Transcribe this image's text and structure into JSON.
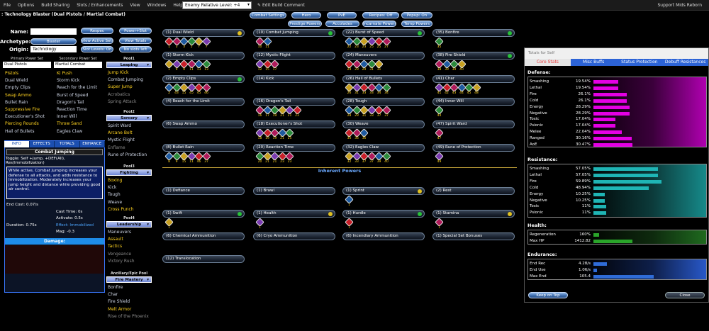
{
  "menubar": {
    "items": [
      "File",
      "Options",
      "Build Sharing",
      "Slots / Enhancements",
      "View",
      "Windows",
      "Help"
    ],
    "level_select": "Enemy Relative Level: +4",
    "edit_comment": "Edit Build Comment",
    "support": "Support Mids Reborn"
  },
  "build_title": ": Technology Blaster (Dual Pistols / Martial Combat)",
  "fields": {
    "name_label": "Name:",
    "archetype_label": "Archetype:",
    "archetype": "Blaster",
    "origin_label": "Origin:",
    "origin": "Technology"
  },
  "buttons": {
    "respec": "Respec",
    "power_slot": "Power+Slot",
    "view_active_sets": "View Active Sets",
    "view_totals": "View Totals",
    "slot_levels_on": "Slot Levels: On",
    "no_slots_left": "No slots left"
  },
  "top_buttons": {
    "combat_settings": "Combat Settings",
    "hero": "Hero",
    "pve": "PvE",
    "recipes_off": "Recipes: Off",
    "popup_on": "Popup: On",
    "prestige": "Prestige Powers",
    "accolades": "Accolades",
    "incarnate": "Incarnate Powers",
    "temp": "Temp Powers"
  },
  "sets": {
    "primary_label": "Primary Power Set",
    "secondary_label": "Secondary Power Set",
    "primary": "Dual Pistols",
    "secondary": "Martial Combat"
  },
  "primary_powers": [
    {
      "n": "Pistols",
      "c": "y"
    },
    {
      "n": "Dual Wield",
      "c": "w"
    },
    {
      "n": "Empty Clips",
      "c": "w"
    },
    {
      "n": "Swap Ammo",
      "c": "y"
    },
    {
      "n": "Bullet Rain",
      "c": "w"
    },
    {
      "n": "Suppressive Fire",
      "c": "y"
    },
    {
      "n": "Executioner's Shot",
      "c": "w"
    },
    {
      "n": "Piercing Rounds",
      "c": "y"
    },
    {
      "n": "Hail of Bullets",
      "c": "w"
    }
  ],
  "secondary_powers": [
    {
      "n": "Ki Push",
      "c": "y"
    },
    {
      "n": "Storm Kick",
      "c": "w"
    },
    {
      "n": "Reach for the Limit",
      "c": "w"
    },
    {
      "n": "Burst of Speed",
      "c": "w"
    },
    {
      "n": "Dragon's Tail",
      "c": "w"
    },
    {
      "n": "Reaction Time",
      "c": "w"
    },
    {
      "n": "Inner Will",
      "c": "w"
    },
    {
      "n": "Throw Sand",
      "c": "y"
    },
    {
      "n": "Eagles Claw",
      "c": "w"
    }
  ],
  "pools": [
    {
      "label": "Pool1",
      "name": "Leaping",
      "powers": [
        {
          "n": "Jump Kick",
          "c": "y"
        },
        {
          "n": "Combat Jumping",
          "c": "w"
        },
        {
          "n": "Super Jump",
          "c": "y"
        },
        {
          "n": "Acrobatics",
          "c": "g"
        },
        {
          "n": "Spring Attack",
          "c": "g"
        }
      ]
    },
    {
      "label": "Pool2",
      "name": "Sorcery",
      "powers": [
        {
          "n": "Spirit Ward",
          "c": "w"
        },
        {
          "n": "Arcane Bolt",
          "c": "y"
        },
        {
          "n": "Mystic Flight",
          "c": "w"
        },
        {
          "n": "Enflame",
          "c": "g"
        },
        {
          "n": "Rune of Protection",
          "c": "w"
        }
      ]
    },
    {
      "label": "Pool3",
      "name": "Fighting",
      "powers": [
        {
          "n": "Boxing",
          "c": "y"
        },
        {
          "n": "Kick",
          "c": "w"
        },
        {
          "n": "Tough",
          "c": "w"
        },
        {
          "n": "Weave",
          "c": "w"
        },
        {
          "n": "Cross Punch",
          "c": "y"
        }
      ]
    },
    {
      "label": "Pool4",
      "name": "Leadership",
      "powers": [
        {
          "n": "Maneuvers",
          "c": "w"
        },
        {
          "n": "Assault",
          "c": "y"
        },
        {
          "n": "Tactics",
          "c": "y"
        },
        {
          "n": "Vengeance",
          "c": "g"
        },
        {
          "n": "Victory Rush",
          "c": "g"
        }
      ]
    },
    {
      "label": "Ancillary/Epic Pool",
      "name": "Fire Mastery",
      "powers": [
        {
          "n": "Bonfire",
          "c": "w"
        },
        {
          "n": "Char",
          "c": "w"
        },
        {
          "n": "Fire Shield",
          "c": "w"
        },
        {
          "n": "Melt Armor",
          "c": "y"
        },
        {
          "n": "Rise of the Phoenix",
          "c": "g"
        }
      ]
    }
  ],
  "info": {
    "tabs": [
      "INFO",
      "EFFECTS",
      "TOTALS",
      "ENHANCE"
    ],
    "power": "Combat Jumping",
    "toggle": "Toggle: Self +Jump, +DEF(All), Res(Immobilization)",
    "desc": "While active, Combat Jumping increases your defense to all attacks, and adds resistance to Immobilization. Moderately increases your jump height and distance while providing good air control.",
    "end_cost": "End Cost: 0.07/s",
    "cast_time": "Cast Time: 0s",
    "activate": "Activate: 0.5s",
    "duration": "Duration: 0.75s",
    "effect": "Effect: Immobilized",
    "mag": "Mag: -0.3",
    "damage_label": "Damage:"
  },
  "power_slots": [
    {
      "lv": "(1)",
      "name": "Dual Wield",
      "enh": [
        "1",
        "3",
        "3",
        "5",
        "7",
        "7"
      ],
      "dot": "#e0c020"
    },
    {
      "lv": "(10)",
      "name": "Combat Jumping",
      "enh": [
        "10",
        "11"
      ],
      "dot": "#29c23a"
    },
    {
      "lv": "(22)",
      "name": "Burst of Speed",
      "enh": [
        "22",
        "23",
        "23",
        "25",
        "25",
        "27"
      ],
      "dot": "#29c23a"
    },
    {
      "lv": "(35)",
      "name": "Bonfire",
      "enh": [
        "35"
      ],
      "dot": "#29c23a"
    },
    {
      "lv": "(1)",
      "name": "Storm Kick",
      "enh": [
        "1",
        "9",
        "9",
        "11",
        "13",
        "13"
      ],
      "dot": ""
    },
    {
      "lv": "(12)",
      "name": "Mystic Flight",
      "enh": [
        "12",
        "15",
        "17"
      ],
      "dot": ""
    },
    {
      "lv": "(24)",
      "name": "Maneuvers",
      "enh": [
        "24",
        "29",
        "29",
        "31",
        "31"
      ],
      "dot": ""
    },
    {
      "lv": "(38)",
      "name": "Fire Shield",
      "enh": [
        "38",
        "39",
        "39",
        "40"
      ],
      "dot": "#29c23a"
    },
    {
      "lv": "(2)",
      "name": "Empty Clips",
      "enh": [
        "2",
        "43",
        "15",
        "45",
        "45",
        "46"
      ],
      "dot": "#29c23a"
    },
    {
      "lv": "(14)",
      "name": "Kick",
      "enh": [],
      "dot": ""
    },
    {
      "lv": "(26)",
      "name": "Hail of Bullets",
      "enh": [
        "26",
        "31",
        "33",
        "33",
        "34",
        "34"
      ],
      "dot": ""
    },
    {
      "lv": "(41)",
      "name": "Char",
      "enh": [
        "41",
        "42",
        "43",
        "44",
        "45",
        "48"
      ],
      "dot": ""
    },
    {
      "lv": "(4)",
      "name": "Reach for the Limit",
      "enh": [],
      "dot": ""
    },
    {
      "lv": "(16)",
      "name": "Dragon's Tail",
      "enh": [
        "16",
        "17",
        "19",
        "21",
        "21",
        "23"
      ],
      "dot": ""
    },
    {
      "lv": "(28)",
      "name": "Tough",
      "enh": [
        "28",
        "29",
        "31",
        "33",
        "37",
        "37"
      ],
      "dot": ""
    },
    {
      "lv": "(44)",
      "name": "Inner Will",
      "enh": [
        "44"
      ],
      "dot": ""
    },
    {
      "lv": "(6)",
      "name": "Swap Ammo",
      "enh": [],
      "dot": ""
    },
    {
      "lv": "(18)",
      "name": "Executioner's Shot",
      "enh": [
        "18",
        "19",
        "19",
        "21",
        "25"
      ],
      "dot": ""
    },
    {
      "lv": "(30)",
      "name": "Weave",
      "enh": [
        "30",
        "36",
        "36"
      ],
      "dot": ""
    },
    {
      "lv": "(47)",
      "name": "Spirit Ward",
      "enh": [
        "47"
      ],
      "dot": ""
    },
    {
      "lv": "(8)",
      "name": "Bullet Rain",
      "enh": [
        "8",
        "9",
        "15",
        "11",
        "46",
        "37"
      ],
      "dot": ""
    },
    {
      "lv": "(20)",
      "name": "Reaction Time",
      "enh": [
        "20",
        "21",
        "21",
        "23",
        "23"
      ],
      "dot": ""
    },
    {
      "lv": "(32)",
      "name": "Eagles Claw",
      "enh": [
        "32",
        "33",
        "37",
        "37",
        "39",
        "40"
      ],
      "dot": ""
    },
    {
      "lv": "(49)",
      "name": "Rune of Protection",
      "enh": [
        "49"
      ],
      "dot": ""
    }
  ],
  "inherent_label": "Inherent Powers",
  "inherent_slots": [
    {
      "lv": "(1)",
      "name": "Defiance",
      "enh": [],
      "dot": ""
    },
    {
      "lv": "(1)",
      "name": "Brawl",
      "enh": [],
      "dot": ""
    },
    {
      "lv": "(1)",
      "name": "Sprint",
      "enh": [
        "1"
      ],
      "dot": "#e0c020"
    },
    {
      "lv": "(2)",
      "name": "Rest",
      "enh": [],
      "dot": ""
    },
    {
      "lv": "(1)",
      "name": "Swift",
      "enh": [
        "1"
      ],
      "dot": "#29c23a"
    },
    {
      "lv": "(1)",
      "name": "Health",
      "enh": [
        "1"
      ],
      "dot": "#e0c020"
    },
    {
      "lv": "(1)",
      "name": "Hurdle",
      "enh": [
        "1"
      ],
      "dot": "#29c23a"
    },
    {
      "lv": "(1)",
      "name": "Stamina",
      "enh": [
        "1"
      ],
      "dot": "#e0c020"
    },
    {
      "lv": "(6)",
      "name": "Chemical Ammunition",
      "enh": [],
      "dot": ""
    },
    {
      "lv": "(6)",
      "name": "Cryo Ammunition",
      "enh": [],
      "dot": ""
    },
    {
      "lv": "(6)",
      "name": "Incendiary Ammunition",
      "enh": [],
      "dot": ""
    },
    {
      "lv": "(1)",
      "name": "Special Set Bonuses",
      "enh": [],
      "dot": ""
    },
    {
      "lv": "(12)",
      "name": "Translocation",
      "enh": [],
      "dot": ""
    }
  ],
  "totals": {
    "window_title": "Totals for Self",
    "tabs": [
      "Core Stats",
      "Misc Buffs",
      "Status Protection",
      "Debuff Resistances"
    ],
    "defense_label": "Defense:",
    "resistance_label": "Resistance:",
    "health_label": "Health:",
    "endurance_label": "Endurance:",
    "defense": [
      {
        "n": "Smashing",
        "v": "19.54%",
        "p": 0.195
      },
      {
        "n": "Lethal",
        "v": "19.54%",
        "p": 0.195
      },
      {
        "n": "Fire",
        "v": "26.1%",
        "p": 0.261
      },
      {
        "n": "Cold",
        "v": "26.1%",
        "p": 0.261
      },
      {
        "n": "Energy",
        "v": "28.29%",
        "p": 0.283
      },
      {
        "n": "Negative",
        "v": "28.29%",
        "p": 0.283
      },
      {
        "n": "Toxic",
        "v": "17.04%",
        "p": 0.17
      },
      {
        "n": "Psionic",
        "v": "17.04%",
        "p": 0.17
      },
      {
        "n": "Melee",
        "v": "22.04%",
        "p": 0.22
      },
      {
        "n": "Ranged",
        "v": "30.16%",
        "p": 0.302
      },
      {
        "n": "AoE",
        "v": "30.47%",
        "p": 0.305
      }
    ],
    "resistance": [
      {
        "n": "Smashing",
        "v": "57.05%",
        "p": 0.57
      },
      {
        "n": "Lethal",
        "v": "57.05%",
        "p": 0.57
      },
      {
        "n": "Fire",
        "v": "59.89%",
        "p": 0.599
      },
      {
        "n": "Cold",
        "v": "48.94%",
        "p": 0.489
      },
      {
        "n": "Energy",
        "v": "10.25%",
        "p": 0.1025
      },
      {
        "n": "Negative",
        "v": "10.25%",
        "p": 0.1025
      },
      {
        "n": "Toxic",
        "v": "11%",
        "p": 0.11
      },
      {
        "n": "Psionic",
        "v": "11%",
        "p": 0.11
      }
    ],
    "health": [
      {
        "n": "Regeneration",
        "v": "160%",
        "p": 0.08
      },
      {
        "n": "Max HP",
        "v": "1412.82",
        "p": 0.55
      }
    ],
    "endurance": [
      {
        "n": "End Rec",
        "v": "4.28/s",
        "p": 0.12
      },
      {
        "n": "End Use",
        "v": "1.06/s",
        "p": 0.03
      },
      {
        "n": "Max End",
        "v": "105.4",
        "p": 0.53
      }
    ],
    "keep_on_top": "Keep on Top",
    "close": "Close"
  },
  "colors": {
    "defense": "#e400e4",
    "resistance": "#1fb5b5",
    "health": "#2aa52a",
    "endurance": "#2f6cd8",
    "gold": "#ffd320"
  }
}
